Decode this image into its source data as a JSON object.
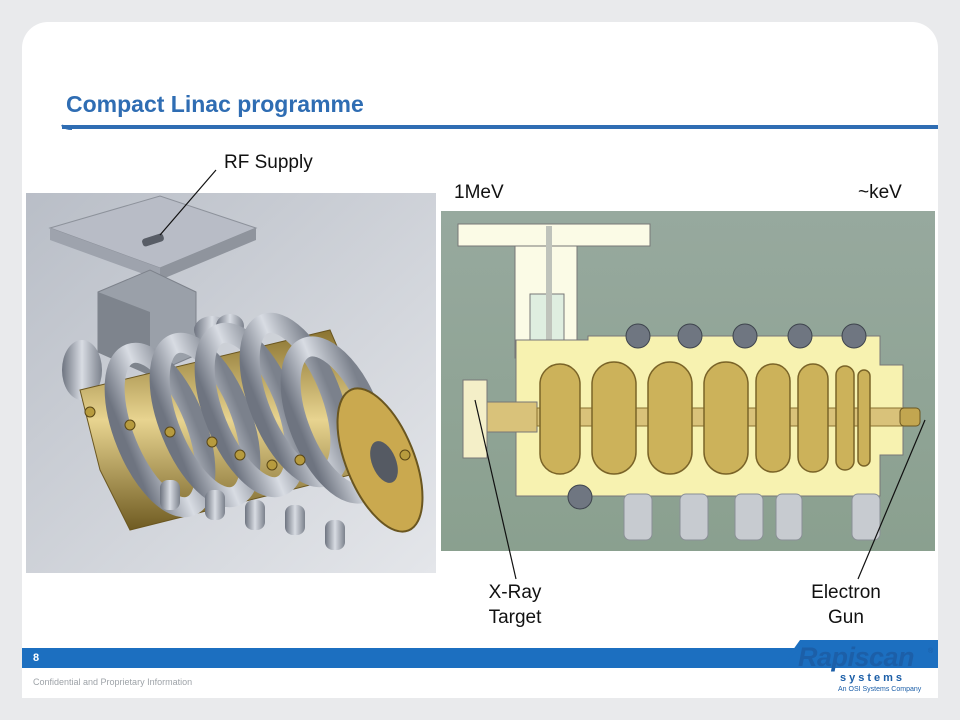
{
  "slide": {
    "title": "Compact Linac programme",
    "page_number": "8",
    "confidential": "Confidential and Proprietary Information"
  },
  "labels": {
    "rf_supply": "RF Supply",
    "energy_high": "1MeV",
    "energy_low": "~keV",
    "xray_line1": "X-Ray",
    "xray_line2": "Target",
    "gun_line1": "Electron",
    "gun_line2": "Gun"
  },
  "logo": {
    "word": "Rapiscan",
    "registered": "®",
    "systems": "systems",
    "tagline": "An OSI Systems Company"
  },
  "colors": {
    "title_blue": "#2f6db3",
    "bar_blue": "#1c6fc0",
    "brass": "#d9c27a",
    "cross_section_yellow": "#f7f2b0",
    "steel": "#a7adb8"
  }
}
